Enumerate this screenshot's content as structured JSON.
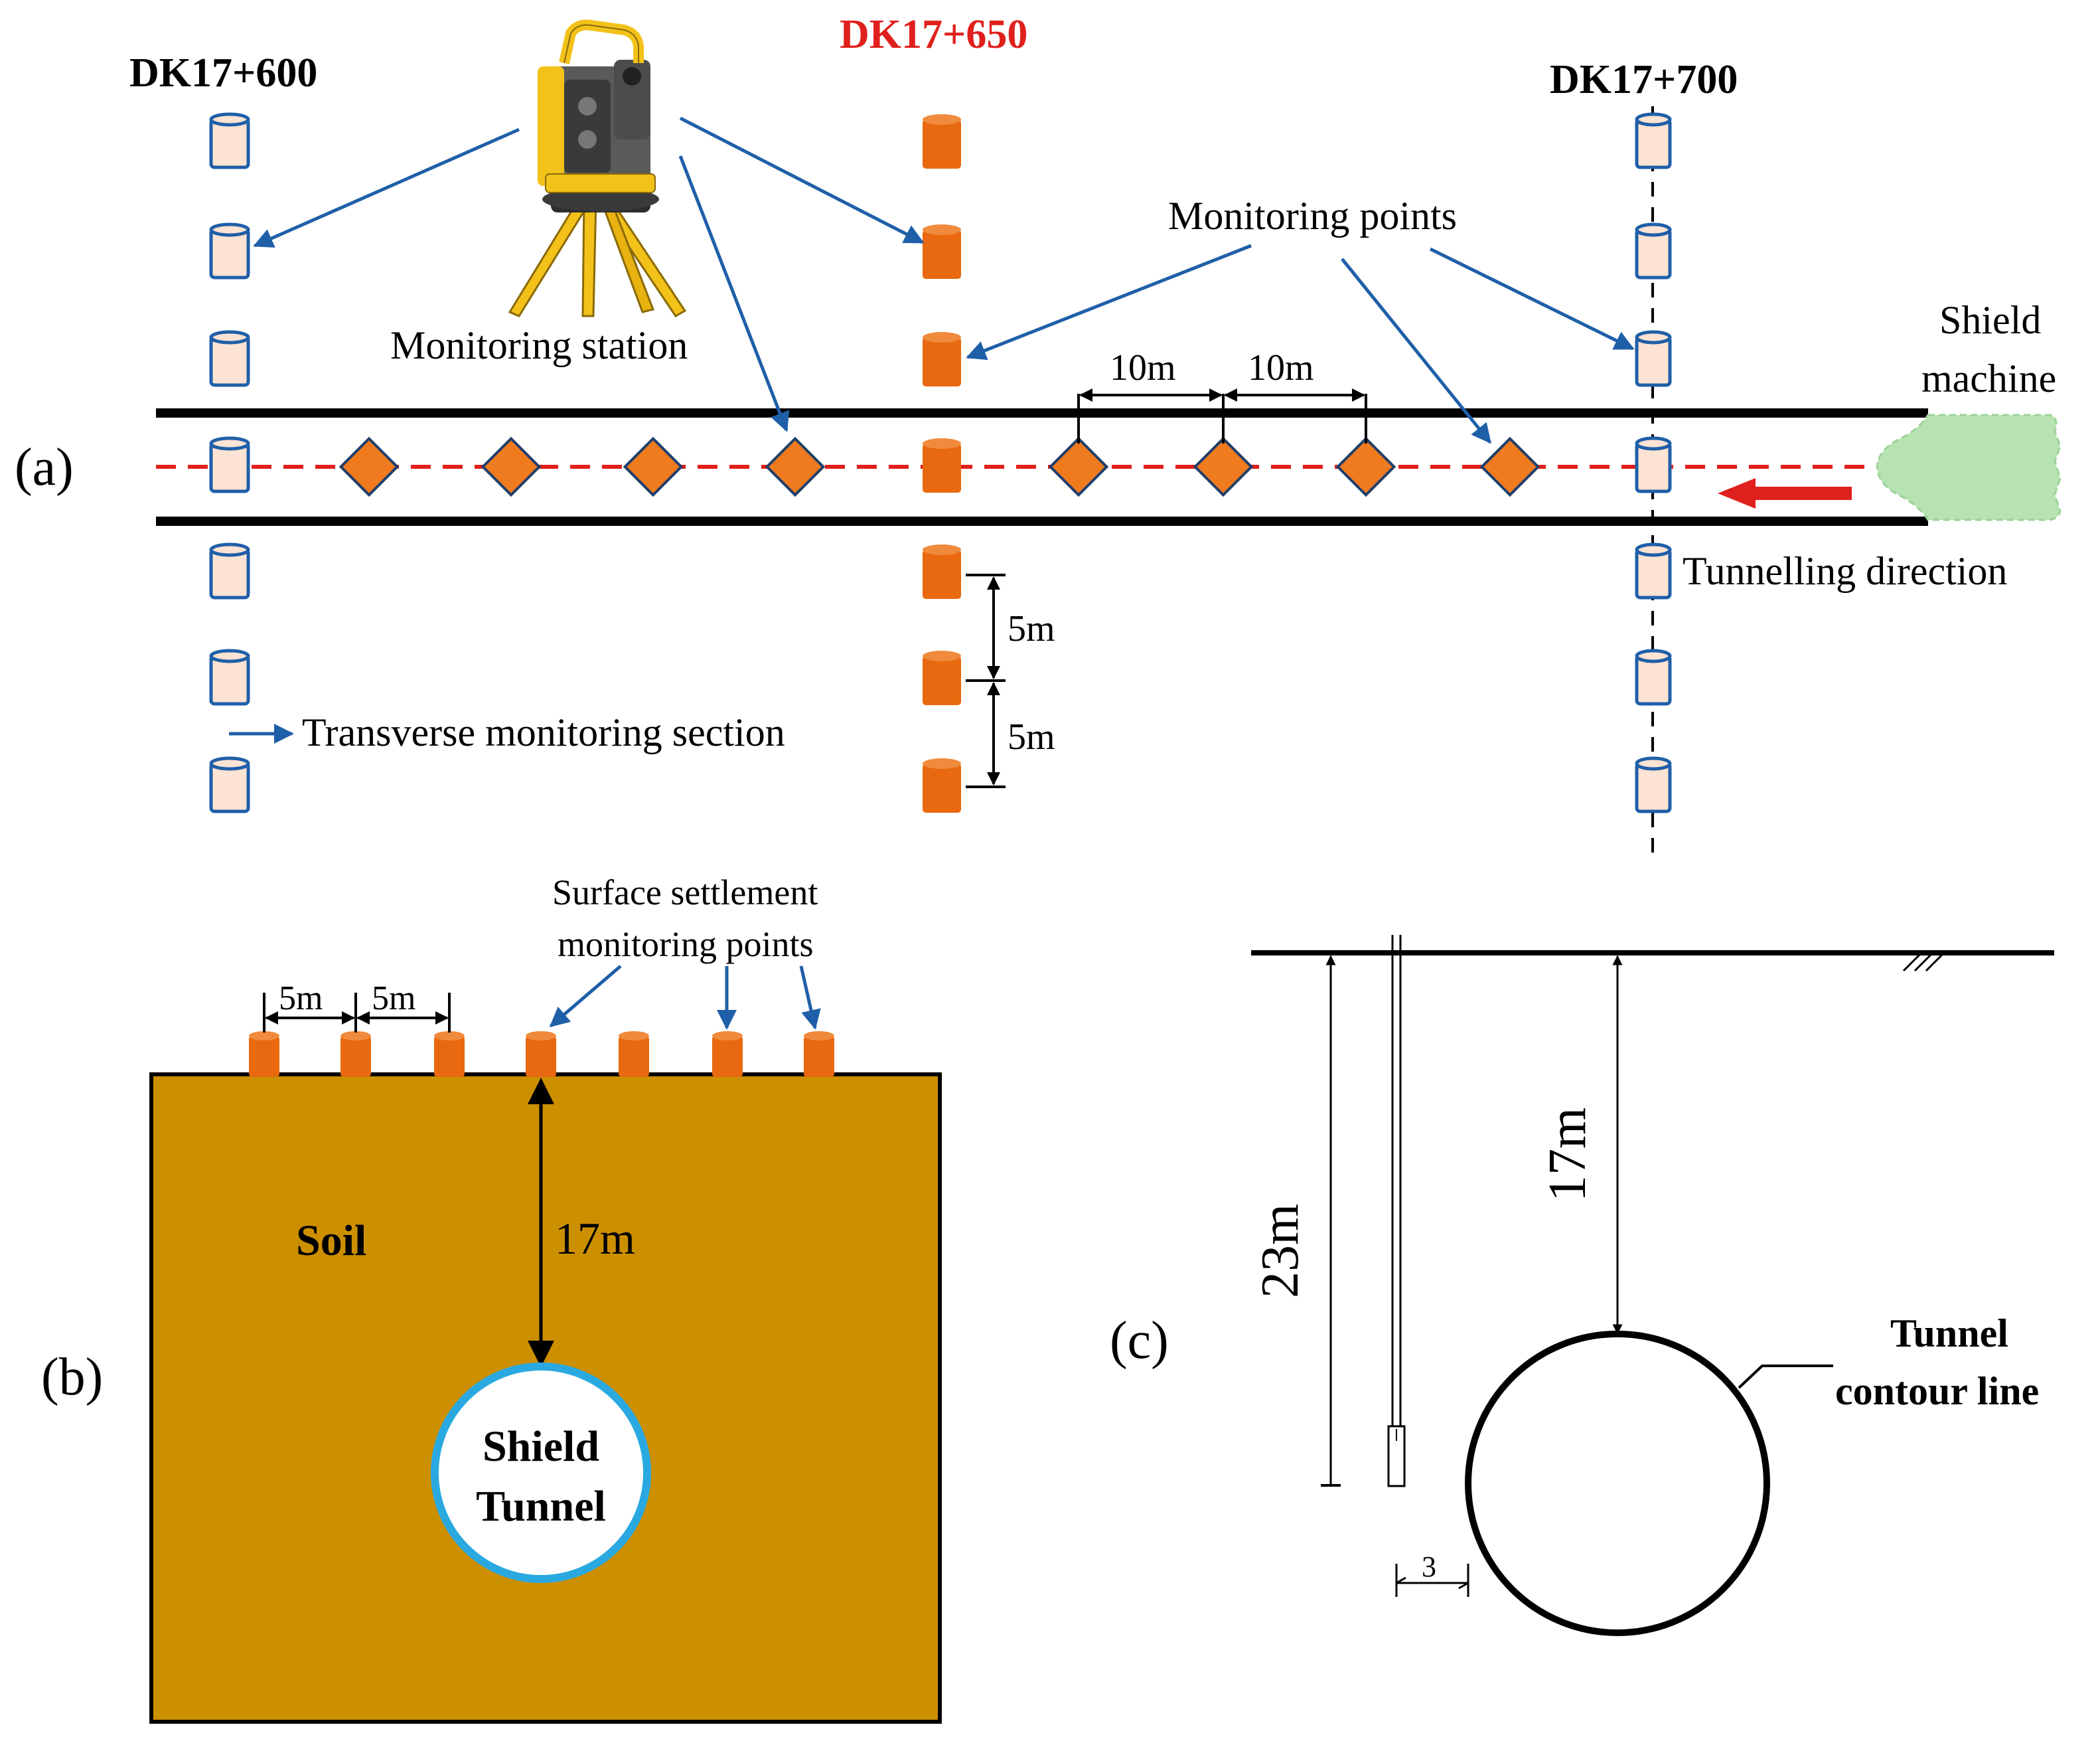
{
  "panel_a": {
    "label": "(a)",
    "sections": [
      {
        "name": "DK17+600",
        "color": "#000000"
      },
      {
        "name": "DK17+650",
        "color": "#e0201c"
      },
      {
        "name": "DK17+700",
        "color": "#000000"
      }
    ],
    "station_label": "Monitoring station",
    "points_label": "Monitoring points",
    "shield_label_1": "Shield",
    "shield_label_2": "machine",
    "direction_label": "Tunnelling direction",
    "transverse_label": "Transverse monitoring section",
    "long_spacing_1": "10m",
    "long_spacing_2": "10m",
    "trans_spacing_1": "5m",
    "trans_spacing_2": "5m"
  },
  "panel_b": {
    "label": "(b)",
    "caption_1": "Surface settlement",
    "caption_2": "monitoring points",
    "spacing_1": "5m",
    "spacing_2": "5m",
    "soil_label": "Soil",
    "depth_label": "17m",
    "tunnel_1": "Shield",
    "tunnel_2": "Tunnel"
  },
  "panel_c": {
    "label": "(c)",
    "depth_23": "23m",
    "depth_17": "17m",
    "offset": "3",
    "contour_1": "Tunnel",
    "contour_2": "contour line"
  },
  "colors": {
    "open_marker_fill": "#fde3d3",
    "open_marker_stroke": "#1f5fa8",
    "solid_marker": "#e8690f",
    "diamond": "#f07a1e",
    "arrow_blue": "#1f5fa8",
    "centerline_red": "#e0201c",
    "soil": "#cc8f00",
    "tunnel_ring": "#29a9e0",
    "shield_green": "#b6e3b1"
  }
}
